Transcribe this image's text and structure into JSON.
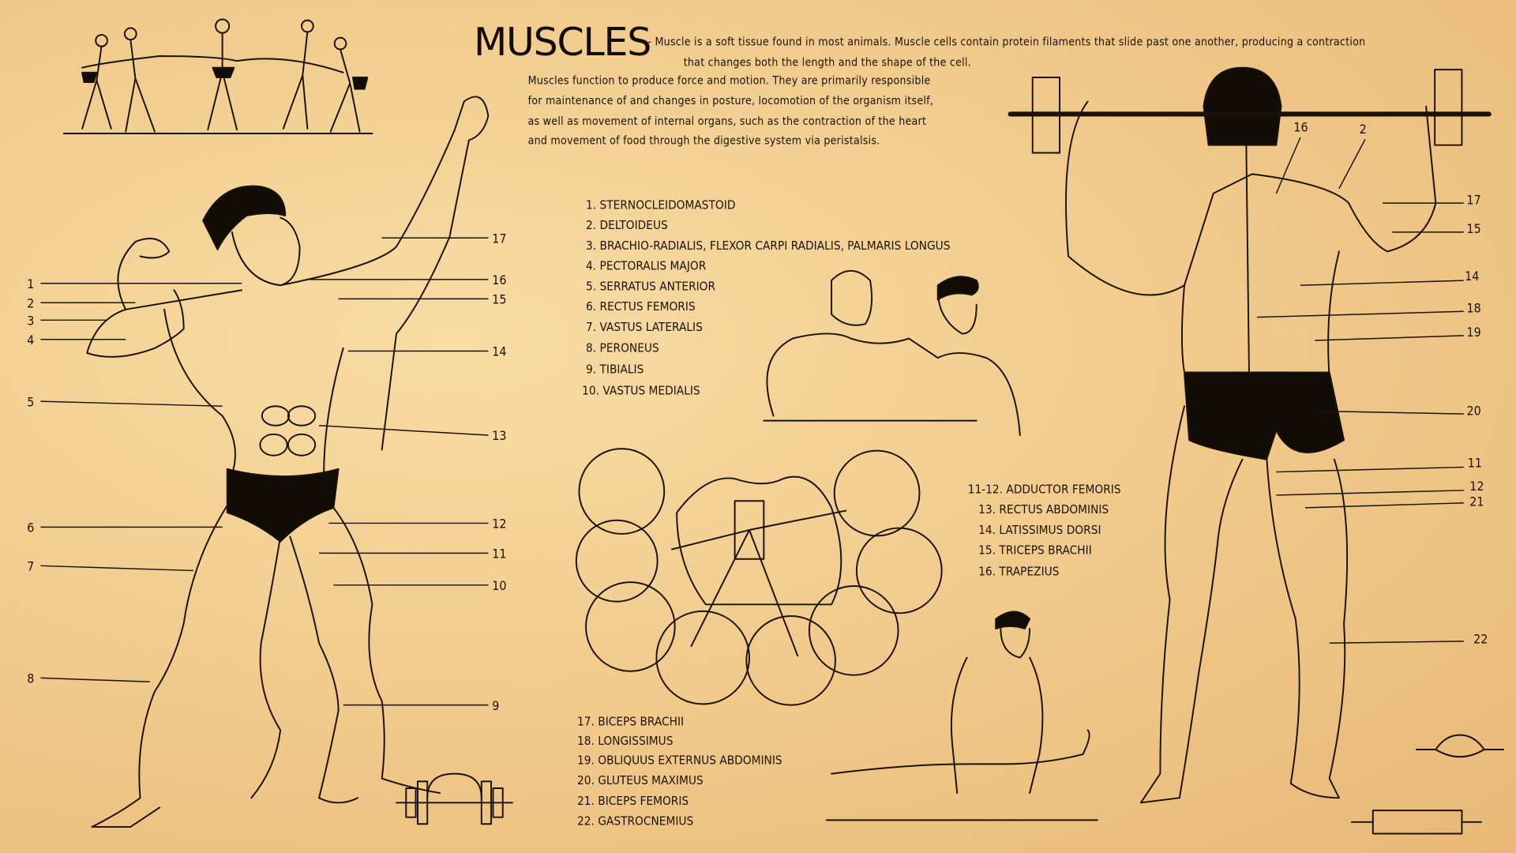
{
  "title": "MUSCLES",
  "intro": {
    "line1": "- Muscle is a soft tissue found in most animals. Muscle cells contain protein filaments that slide past one another, producing a contraction",
    "line2": "that changes both the length and the shape of the cell.",
    "line3": "Muscles function to produce force and motion. They are primarily responsible",
    "line4": "for maintenance of and changes in posture, locomotion of the organism itself,",
    "line5": "as well as movement of internal organs, such as the contraction of the heart",
    "line6": "and movement of food through the digestive system via peristalsis."
  },
  "legend_a": [
    "1. STERNOCLEIDOMASTOID",
    "2. DELTOIDEUS",
    "3. BRACHIO-RADIALIS, FLEXOR CARPI RADIALIS, PALMARIS LONGUS",
    "4. PECTORALIS MAJOR",
    "5. SERRATUS ANTERIOR",
    "6. RECTUS FEMORIS",
    "7. VASTUS LATERALIS",
    "8. PERONEUS",
    "9. TIBIALIS",
    "10. VASTUS MEDIALIS"
  ],
  "legend_b": [
    "11-12. ADDUCTOR FEMORIS",
    "13. RECTUS ABDOMINIS",
    "14. LATISSIMUS DORSI",
    "15. TRICEPS BRACHII",
    "16. TRAPEZIUS"
  ],
  "legend_c": [
    "17. BICEPS BRACHII",
    "18. LONGISSIMUS",
    "19. OBLIQUUS EXTERNUS ABDOMINIS",
    "20. GLUTEUS MAXIMUS",
    "21. BICEPS FEMORIS",
    "22. GASTROCNEMIUS"
  ],
  "front_labels_left": [
    "1",
    "2",
    "3",
    "4",
    "5",
    "6",
    "7",
    "8"
  ],
  "front_labels_right": [
    "17",
    "16",
    "15",
    "14",
    "13",
    "12",
    "11",
    "10",
    "9"
  ],
  "back_labels_top": [
    "16",
    "2"
  ],
  "back_labels_right": [
    "17",
    "15",
    "14",
    "18",
    "19",
    "20",
    "11",
    "12",
    "21",
    "22"
  ],
  "colors": {
    "paper": "#f1cc8e",
    "ink": "#1a120a"
  }
}
